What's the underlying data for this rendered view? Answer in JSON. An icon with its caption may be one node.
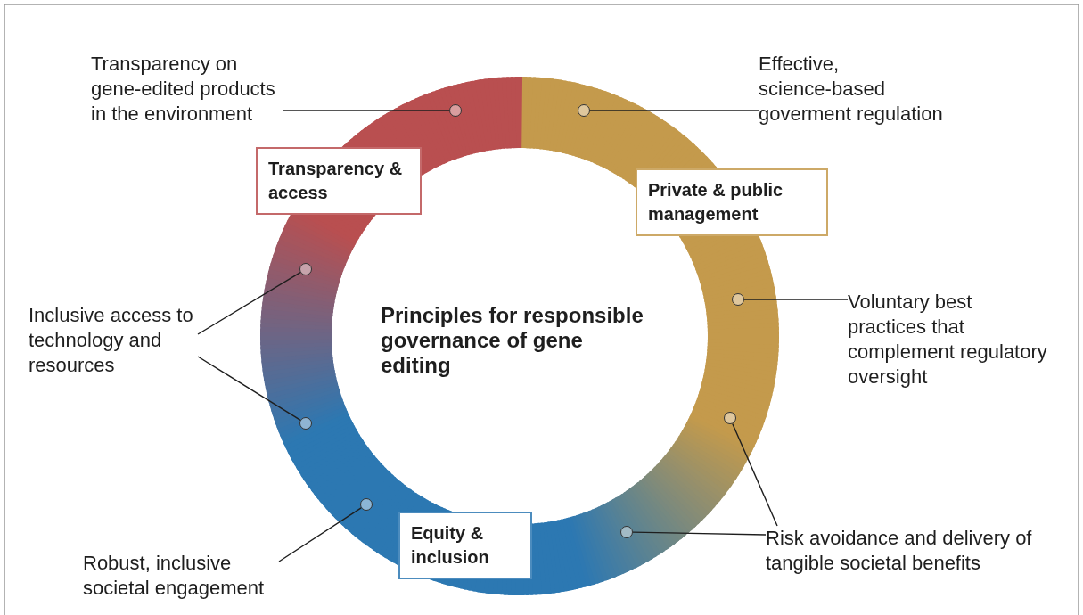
{
  "diagram": {
    "title": "Principles for responsible governance of gene editing",
    "nodes": [
      {
        "text": [
          "Transparency on gene-edited products in the environment"
        ]
      },
      {
        "text": [],
        "shape": "circle"
      },
      {
        "text": [
          "Effective, science-based goverment regulation"
        ]
      },
      {
        "text": [],
        "shape": "circle"
      },
      {
        "text": [
          "Transparency & access"
        ]
      },
      {
        "text": [
          "Private & public management"
        ]
      },
      {
        "text": [],
        "shape": "circle"
      },
      {
        "text": [
          "Voluntary best practices that complement regulatory oversight"
        ]
      },
      {
        "text": [],
        "shape": "circle"
      },
      {
        "text": [
          "Inclusive access to technology and resources"
        ]
      },
      {
        "text": [],
        "shape": "circle"
      },
      {
        "text": [],
        "shape": "circle"
      },
      {
        "text": [],
        "shape": "circle"
      },
      {
        "text": [
          "Equity & inclusion"
        ]
      },
      {
        "text": [],
        "shape": "circle"
      },
      {
        "text": [
          "Risk avoidance and delivery of tangible societal benefits"
        ]
      },
      {
        "text": [
          "Robust, inclusive societal engagement"
        ]
      }
    ],
    "edges": [
      {
        "from": 0,
        "to": 1,
        "arrow": "none"
      },
      {
        "from": 2,
        "to": 3,
        "arrow": "none"
      },
      {
        "from": 7,
        "to": 8,
        "arrow": "none"
      },
      {
        "from": 9,
        "to": 6,
        "arrow": "none"
      },
      {
        "from": 9,
        "to": 10,
        "arrow": "none"
      },
      {
        "from": 15,
        "to": 11,
        "arrow": "none"
      },
      {
        "from": 15,
        "to": 14,
        "arrow": "none"
      },
      {
        "from": 16,
        "to": 12,
        "arrow": "none"
      }
    ]
  }
}
